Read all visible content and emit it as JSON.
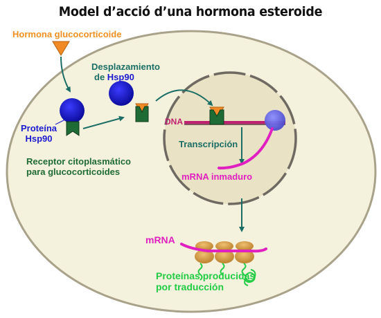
{
  "title": "Model d’acció d’una hormona esteroide",
  "labels": {
    "hormone": "Hormona glucocorticoide",
    "displacement_line1": "Desplazamiento",
    "displacement_de": "de ",
    "displacement_hsp": "Hsp90",
    "protein_line1": "Proteína",
    "protein_line2": "Hsp90",
    "receptor_line1": "Receptor citoplasmático",
    "receptor_line2": "para glucocorticoides",
    "dna": "DNA",
    "transcription": "Transcripción",
    "immature_mrna": "mRNA inmaduro",
    "mrna": "mRNA",
    "proteins_line1": "Proteínas producidas",
    "proteins_line2": "por traducción"
  },
  "colors": {
    "hormone_label": "#f09020",
    "hsp90": "#1a1ad0",
    "receptor": "#1f6b35",
    "dna": "#c02070",
    "mrna": "#e020c0",
    "proteins": "#22cc44",
    "arrows": "#1a6e66",
    "cell_fill": "#f4f1dc",
    "nucleus_fill": "#e9e2c4"
  }
}
